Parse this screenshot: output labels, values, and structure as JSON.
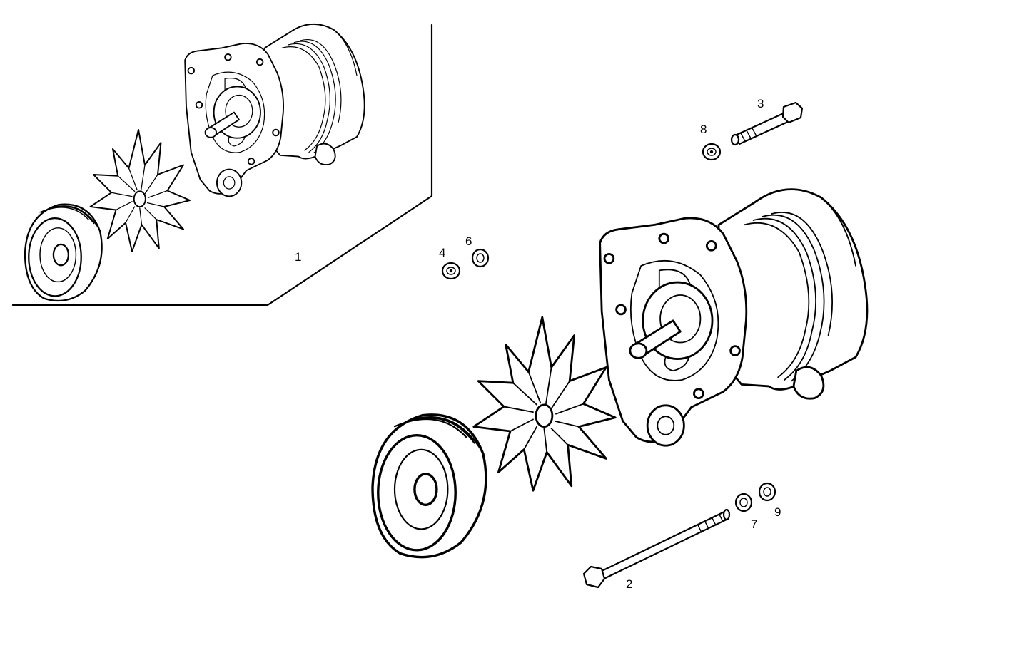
{
  "diagram": {
    "callouts": [
      {
        "id": "1",
        "text": "1"
      },
      {
        "id": "2",
        "text": "2"
      },
      {
        "id": "3",
        "text": "3"
      },
      {
        "id": "4",
        "text": "4"
      },
      {
        "id": "6",
        "text": "6"
      },
      {
        "id": "7",
        "text": "7"
      },
      {
        "id": "8",
        "text": "8"
      },
      {
        "id": "9",
        "text": "9"
      }
    ]
  }
}
